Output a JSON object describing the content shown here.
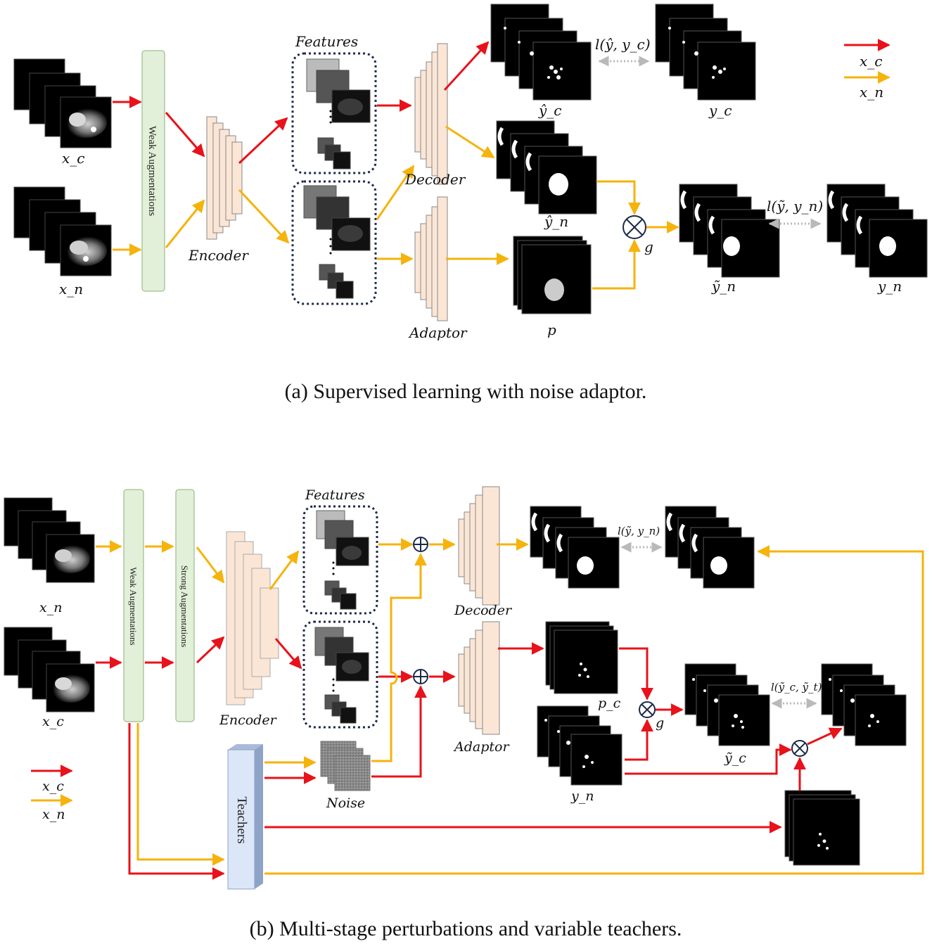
{
  "caption_a": "(a) Supervised learning with noise adaptor.",
  "caption_b": "(b) Multi-stage perturbations and variable teachers.",
  "colors": {
    "clean": "#e8121a",
    "noisy": "#f5b30c",
    "loss": "#b9b9b9",
    "aug_fill": "#e2f0d9",
    "block_fill": "#fbe6d6",
    "teacher_fill": "#dbe6f8",
    "box": "#1c2a4a"
  },
  "panel_a": {
    "input_clean": "x_c",
    "input_noisy": "x_n",
    "weak_aug": "Weak Augmentations",
    "encoder": "Encoder",
    "features": "Features",
    "decoder": "Decoder",
    "adaptor": "Adaptor",
    "pred_clean": "ŷ_c",
    "label_clean": "y_c",
    "pred_noisy": "ŷ_n",
    "noise_map": "p",
    "combine": "g",
    "adapted": "ỹ_n",
    "label_noisy": "y_n",
    "loss_clean": "l(ŷ, y_c)",
    "loss_noisy": "l(ỹ, y_n)",
    "legend_clean": "x_c",
    "legend_noisy": "x_n"
  },
  "panel_b": {
    "input_noisy": "x_n",
    "input_clean": "x_c",
    "weak_aug": "Weak Augmentations",
    "strong_aug": "Strong Augmentations",
    "encoder": "Encoder",
    "features": "Features",
    "decoder": "Decoder",
    "adaptor": "Adaptor",
    "noise": "Noise",
    "teachers": "Teachers",
    "noise_map_clean": "p_c",
    "label_clean": "y_n",
    "combine": "g",
    "adapted_clean": "ỹ_c",
    "loss_noisy": "l(ỹ, y_n)",
    "loss_clean": "l(ỹ_c, ỹ_t)",
    "legend_clean": "x_c",
    "legend_noisy": "x_n"
  }
}
